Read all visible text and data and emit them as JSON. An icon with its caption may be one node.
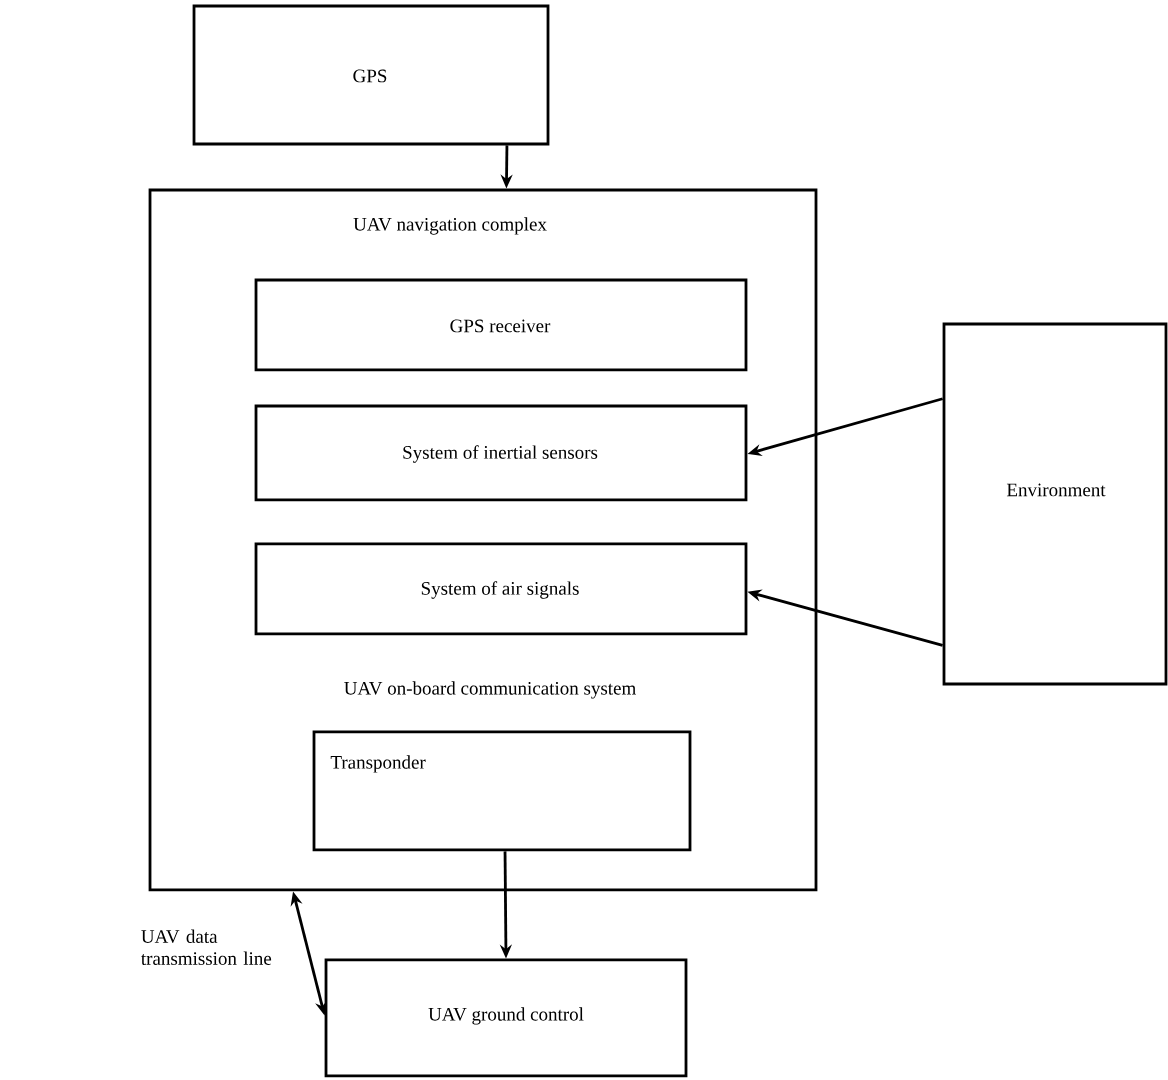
{
  "diagram": {
    "nodes": [
      {
        "text": [
          "GPS"
        ]
      },
      {
        "text": [
          "UAV navigation complex",
          "UAV on-board communication system"
        ]
      },
      {
        "text": [
          "GPS receiver"
        ],
        "in": 1
      },
      {
        "text": [
          "System of inertial sensors"
        ],
        "in": 1
      },
      {
        "text": [
          "System of air signals"
        ],
        "in": 1
      },
      {
        "text": [
          "Transponder"
        ],
        "in": 1
      },
      {
        "text": [
          "Environment"
        ]
      },
      {
        "text": [
          "UAV ground control"
        ]
      }
    ],
    "edges": [
      {
        "from": 0,
        "to": 1,
        "arrow": "to"
      },
      {
        "from": 6,
        "to": 3,
        "arrow": "to"
      },
      {
        "from": 6,
        "to": 4,
        "arrow": "to"
      },
      {
        "from": 5,
        "to": 7,
        "arrow": "to"
      },
      {
        "from": 1,
        "to": 7,
        "arrow": "both",
        "label": "UAV data transmission line"
      }
    ]
  }
}
